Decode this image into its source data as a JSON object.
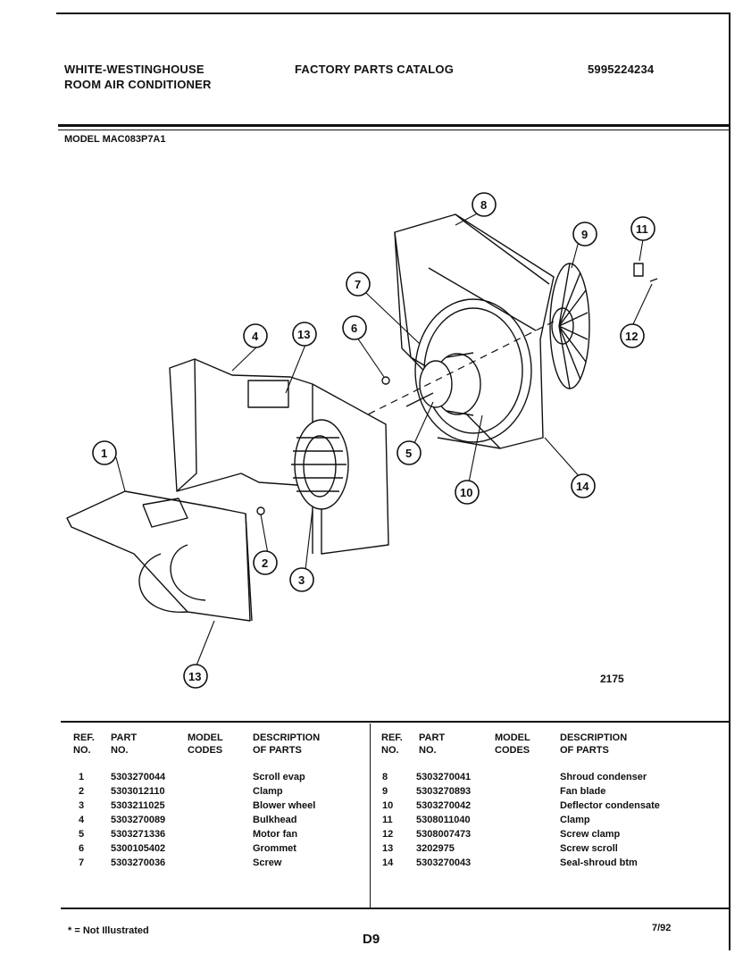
{
  "header": {
    "brand_line1": "WHITE-WESTINGHOUSE",
    "brand_line2": "ROOM AIR CONDITIONER",
    "catalog_title": "FACTORY PARTS CATALOG",
    "catalog_number": "5995224234"
  },
  "model": "MODEL MAC083P7A1",
  "diagram": {
    "figure_number": "2175",
    "callouts": [
      "1",
      "2",
      "3",
      "4",
      "5",
      "6",
      "7",
      "8",
      "9",
      "10",
      "11",
      "12",
      "13",
      "13",
      "14"
    ]
  },
  "table": {
    "headers": {
      "ref_no_1": "REF.",
      "ref_no_2": "NO.",
      "part_no_1": "PART",
      "part_no_2": "NO.",
      "model_codes_1": "MODEL",
      "model_codes_2": "CODES",
      "description_1": "DESCRIPTION",
      "description_2": "OF PARTS"
    },
    "left": [
      {
        "ref": "1",
        "part": "5303270044",
        "desc": "Scroll evap"
      },
      {
        "ref": "2",
        "part": "5303012110",
        "desc": "Clamp"
      },
      {
        "ref": "3",
        "part": "5303211025",
        "desc": "Blower wheel"
      },
      {
        "ref": "4",
        "part": "5303270089",
        "desc": "Bulkhead"
      },
      {
        "ref": "5",
        "part": "5303271336",
        "desc": "Motor fan"
      },
      {
        "ref": "6",
        "part": "5300105402",
        "desc": "Grommet"
      },
      {
        "ref": "7",
        "part": "5303270036",
        "desc": "Screw"
      }
    ],
    "right": [
      {
        "ref": "8",
        "part": "5303270041",
        "desc": "Shroud condenser"
      },
      {
        "ref": "9",
        "part": "5303270893",
        "desc": "Fan blade"
      },
      {
        "ref": "10",
        "part": "5303270042",
        "desc": "Deflector condensate"
      },
      {
        "ref": "11",
        "part": "5308011040",
        "desc": "Clamp"
      },
      {
        "ref": "12",
        "part": "5308007473",
        "desc": "Screw clamp"
      },
      {
        "ref": "13",
        "part": "3202975",
        "desc": "Screw scroll"
      },
      {
        "ref": "14",
        "part": "5303270043",
        "desc": "Seal-shroud btm"
      }
    ]
  },
  "footer": {
    "note": "* = Not Illustrated",
    "page": "D9",
    "date": "7/92"
  }
}
